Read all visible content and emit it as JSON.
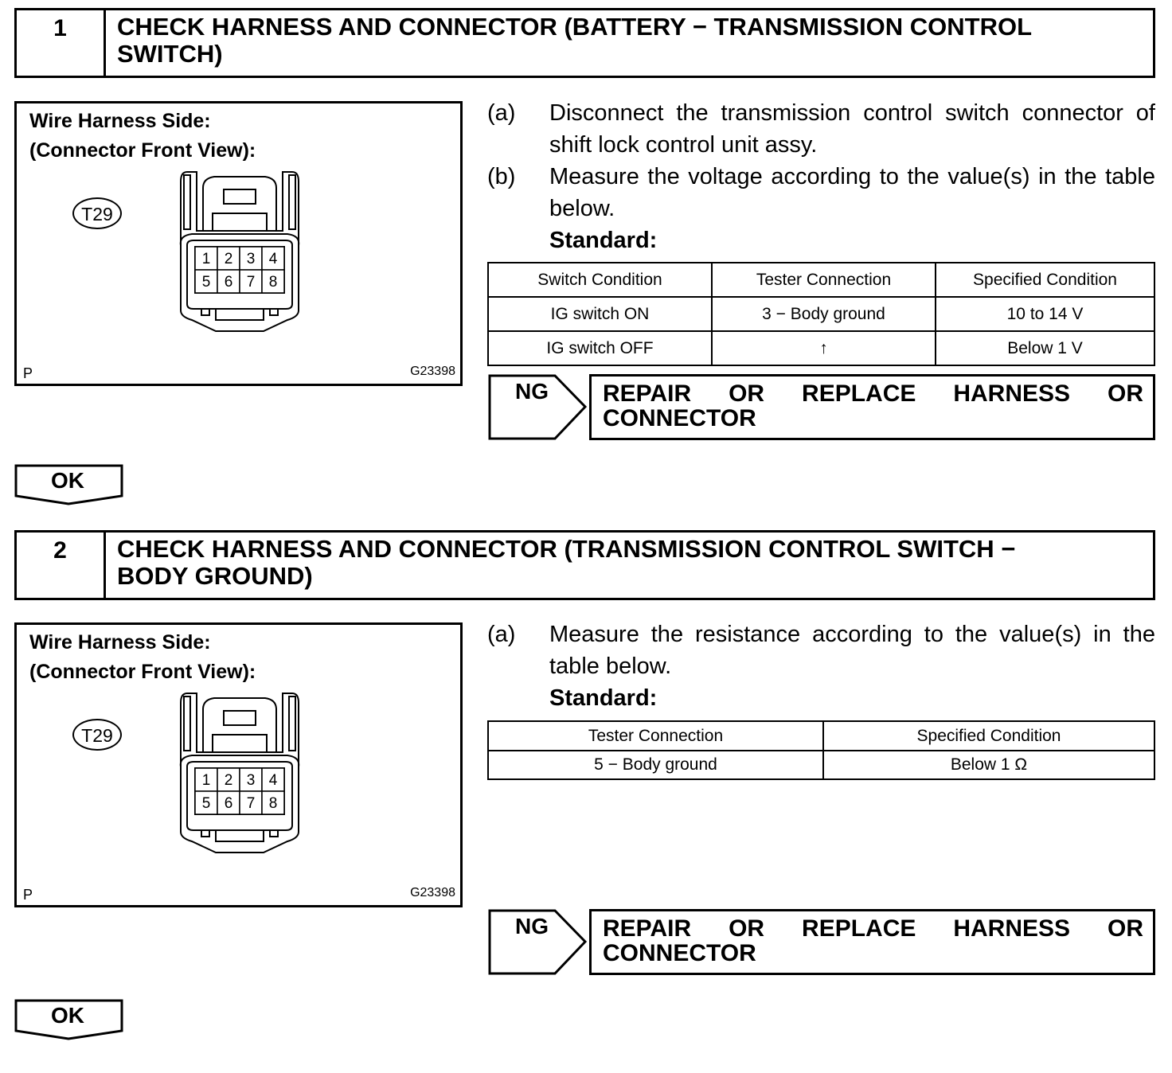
{
  "steps": [
    {
      "number": "1",
      "title_line1": "CHECK HARNESS AND CONNECTOR (BATTERY − TRANSMISSION CONTROL",
      "title_line2": "SWITCH)",
      "figure": {
        "caption_line1": "Wire Harness Side:",
        "caption_line2": "(Connector Front View):",
        "connector_code": "T29",
        "pins_top": [
          "1",
          "2",
          "3",
          "4"
        ],
        "pins_bottom": [
          "5",
          "6",
          "7",
          "8"
        ],
        "corner_label": "P",
        "figure_id": "G23398"
      },
      "instructions": [
        {
          "label": "(a)",
          "line1": "Disconnect the transmission control switch connector of",
          "line2": "shift lock control unit assy."
        },
        {
          "label": "(b)",
          "line1": "Measure the voltage according to the value(s) in the table",
          "line2": "below."
        }
      ],
      "standard_label": "Standard:",
      "table": {
        "headers": [
          "Switch Condition",
          "Tester Connection",
          "Specified Condition"
        ],
        "rows": [
          [
            "IG switch ON",
            "3 − Body ground",
            "10 to 14 V"
          ],
          [
            "IG switch OFF",
            "↑",
            "Below 1 V"
          ]
        ]
      },
      "ng": {
        "label": "NG",
        "words_line1": [
          "REPAIR",
          "OR",
          "REPLACE",
          "HARNESS",
          "OR"
        ],
        "line2": "CONNECTOR"
      },
      "ok_label": "OK"
    },
    {
      "number": "2",
      "title_line1": "CHECK HARNESS AND CONNECTOR (TRANSMISSION CONTROL SWITCH −",
      "title_line2": "BODY GROUND)",
      "figure": {
        "caption_line1": "Wire Harness Side:",
        "caption_line2": "(Connector Front View):",
        "connector_code": "T29",
        "pins_top": [
          "1",
          "2",
          "3",
          "4"
        ],
        "pins_bottom": [
          "5",
          "6",
          "7",
          "8"
        ],
        "corner_label": "P",
        "figure_id": "G23398"
      },
      "instructions": [
        {
          "label": "(a)",
          "line1": "Measure the resistance according to the value(s) in the",
          "line2": "table below."
        }
      ],
      "standard_label": "Standard:",
      "table": {
        "headers": [
          "Tester Connection",
          "Specified Condition"
        ],
        "rows": [
          [
            "5 − Body ground",
            "Below 1 Ω"
          ]
        ]
      },
      "ng": {
        "label": "NG",
        "words_line1": [
          "REPAIR",
          "OR",
          "REPLACE",
          "HARNESS",
          "OR"
        ],
        "line2": "CONNECTOR"
      },
      "ok_label": "OK"
    }
  ]
}
